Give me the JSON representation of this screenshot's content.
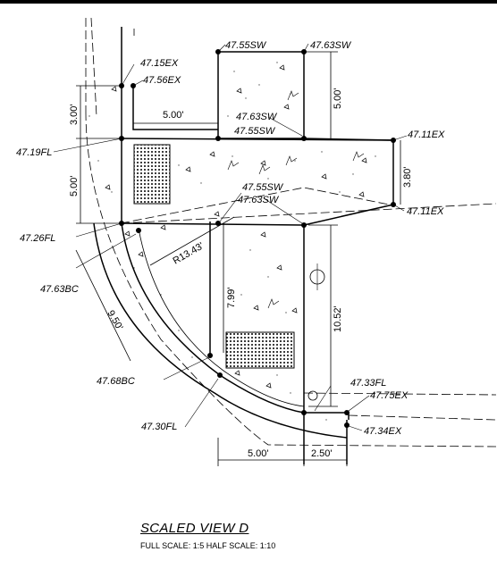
{
  "elevations": {
    "e_47_55sw_top": "47.55SW",
    "e_47_63sw_top": "47.63SW",
    "e_47_15ex": "47.15EX",
    "e_47_56ex": "47.56EX",
    "e_47_63sw_mid": "47.63SW",
    "e_47_55sw_mid": "47.55SW",
    "e_47_11ex_top": "47.11EX",
    "e_47_19fl": "47.19FL",
    "e_47_55sw_low": "47.55SW",
    "e_47_63sw_low": "47.63SW",
    "e_47_11ex_low": "47.11EX",
    "e_47_26fl": "47.26FL",
    "e_47_63bc": "47.63BC",
    "e_47_68bc": "47.68BC",
    "e_47_30fl": "47.30FL",
    "e_47_33fl": "47.33FL",
    "e_47_75ex": "47.75EX",
    "e_47_34ex": "47.34EX"
  },
  "dimensions": {
    "d_3_00": "3.00'",
    "d_5_00_left": "5.00'",
    "d_5_00_top": "5.00'",
    "d_5_00_right": "5.00'",
    "d_3_80": "3.80'",
    "d_r13_43": "R13.43'",
    "d_7_99": "7.99'",
    "d_10_52": "10.52'",
    "d_9_50": "9.50'",
    "d_5_00_bottom": "5.00'",
    "d_2_50": "2.50'"
  },
  "title": "SCALED VIEW D",
  "subtitle": "FULL SCALE: 1:5   HALF SCALE: 1:10"
}
